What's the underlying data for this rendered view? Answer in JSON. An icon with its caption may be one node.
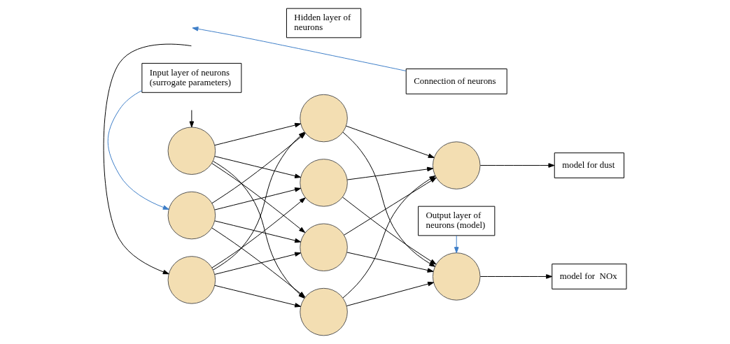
{
  "diagram": {
    "nodes": [
      {
        "text": [],
        "shape": "circle"
      },
      {
        "text": [],
        "shape": "circle"
      },
      {
        "text": [],
        "shape": "circle"
      },
      {
        "text": [],
        "shape": "circle"
      },
      {
        "text": [],
        "shape": "circle"
      },
      {
        "text": [],
        "shape": "circle"
      },
      {
        "text": [],
        "shape": "circle"
      },
      {
        "text": [],
        "shape": "circle"
      },
      {
        "text": [],
        "shape": "circle"
      },
      {
        "text": [
          "Output layer of neurons (model)"
        ]
      },
      {
        "text": [
          "model for  NOx"
        ]
      },
      {
        "text": [
          "Input layer of neurons (surrogate parameters)"
        ]
      },
      {
        "text": [
          "model for dust"
        ]
      },
      {
        "text": [
          "Connection of neurons"
        ]
      },
      {
        "text": [
          "Hidden layer of neurons"
        ]
      }
    ],
    "edges": [
      {
        "from": null,
        "to": 0,
        "arrow": "to"
      },
      {
        "from": null,
        "to": 2,
        "arrow": "to"
      },
      {
        "from": 11,
        "to": 1,
        "arrow": "to",
        "color": "#3d7ec8"
      },
      {
        "from": 9,
        "to": 7,
        "arrow": "to",
        "color": "#3d7ec8"
      },
      {
        "from": 13,
        "to": null,
        "arrow": "to",
        "color": "#3d7ec8"
      },
      {
        "from": 0,
        "to": 3,
        "arrow": "to"
      },
      {
        "from": 0,
        "to": 4,
        "arrow": "to"
      },
      {
        "from": 0,
        "to": 5,
        "arrow": "to"
      },
      {
        "from": 0,
        "to": 6,
        "arrow": "to"
      },
      {
        "from": 1,
        "to": 3,
        "arrow": "to"
      },
      {
        "from": 1,
        "to": 4,
        "arrow": "to"
      },
      {
        "from": 1,
        "to": 5,
        "arrow": "to"
      },
      {
        "from": 1,
        "to": 6,
        "arrow": "to"
      },
      {
        "from": 2,
        "to": 3,
        "arrow": "to"
      },
      {
        "from": 2,
        "to": 4,
        "arrow": "to"
      },
      {
        "from": 2,
        "to": 5,
        "arrow": "to"
      },
      {
        "from": 2,
        "to": 6,
        "arrow": "to"
      },
      {
        "from": 3,
        "to": 7,
        "arrow": "to"
      },
      {
        "from": 3,
        "to": 8,
        "arrow": "to"
      },
      {
        "from": 4,
        "to": 7,
        "arrow": "to"
      },
      {
        "from": 4,
        "to": 8,
        "arrow": "to"
      },
      {
        "from": 5,
        "to": 7,
        "arrow": "to"
      },
      {
        "from": 5,
        "to": 8,
        "arrow": "to"
      },
      {
        "from": 6,
        "to": 7,
        "arrow": "to"
      },
      {
        "from": 6,
        "to": 8,
        "arrow": "to"
      },
      {
        "from": 7,
        "to": 10,
        "arrow": "to"
      },
      {
        "from": 8,
        "to": 12,
        "arrow": "to"
      }
    ]
  }
}
